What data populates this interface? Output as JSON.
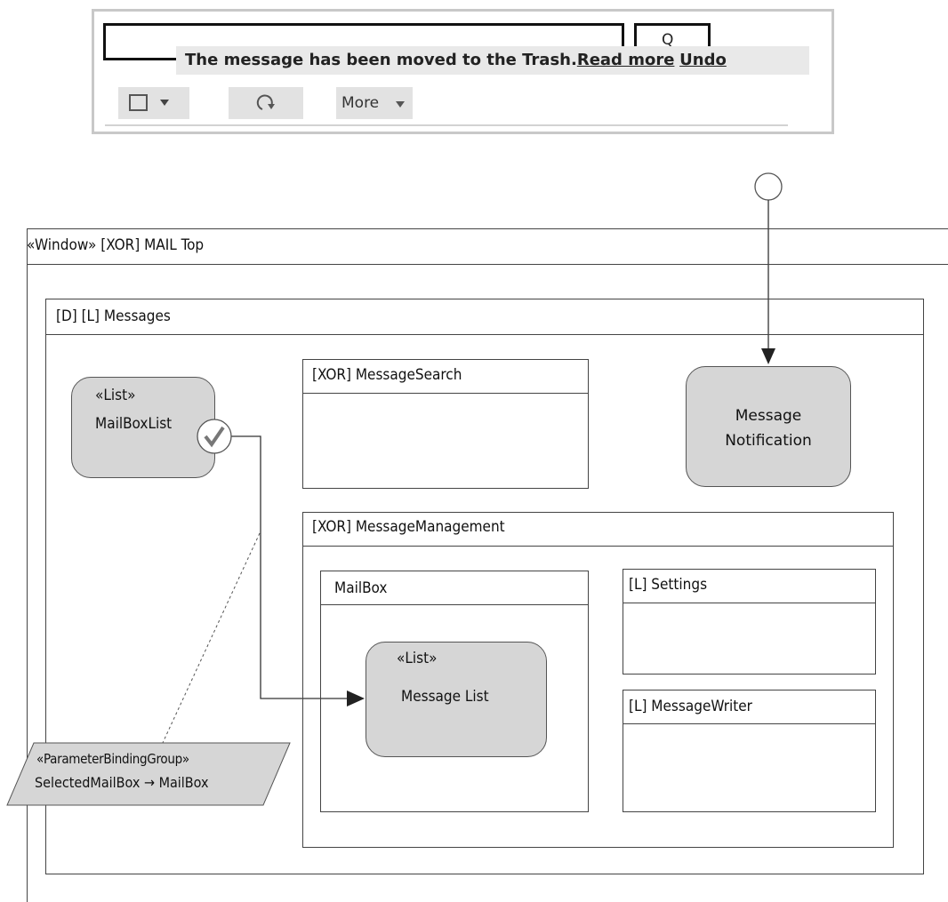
{
  "mockup": {
    "search_button_glyph": "Q",
    "toast_message": "The message has been moved to the Trash.",
    "toast_read_more": "Read more",
    "toast_undo": "Undo",
    "more_label": "More"
  },
  "diagram": {
    "window_label": "«Window» [XOR] MAIL Top",
    "messages_label": "[D] [L] Messages",
    "mailboxlist_stereotype": "«List»",
    "mailboxlist_name": "MailBoxList",
    "messagesearch_label": "[XOR] MessageSearch",
    "notification_line1": "Message",
    "notification_line2": "Notification",
    "messagemanagement_label": "[XOR] MessageManagement",
    "mailbox_label": "MailBox",
    "messagelist_stereotype": "«List»",
    "messagelist_name": "Message List",
    "settings_label": "[L] Settings",
    "messagewriter_label": "[L] MessageWriter",
    "binding_stereotype": "«ParameterBindingGroup»",
    "binding_text": "SelectedMailBox → MailBox"
  }
}
